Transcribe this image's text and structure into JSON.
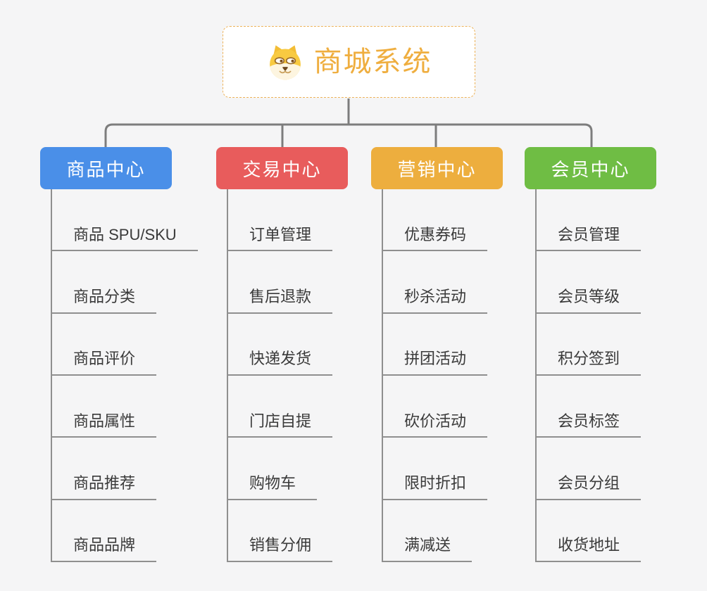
{
  "canvas": {
    "background": "#f5f5f6"
  },
  "root": {
    "title": "商城系统",
    "icon": "shiba-dog-face-icon",
    "title_color": "#efae3f",
    "border_color": "#edb258"
  },
  "branches": [
    {
      "label": "商品中心",
      "color": "#4a8fe8",
      "children": [
        "商品 SPU/SKU",
        "商品分类",
        "商品评价",
        "商品属性",
        "商品推荐",
        "商品品牌"
      ]
    },
    {
      "label": "交易中心",
      "color": "#e85c5c",
      "children": [
        "订单管理",
        "售后退款",
        "快递发货",
        "门店自提",
        "购物车",
        "销售分佣"
      ]
    },
    {
      "label": "营销中心",
      "color": "#edae3e",
      "children": [
        "优惠券码",
        "秒杀活动",
        "拼团活动",
        "砍价活动",
        "限时折扣",
        "满减送"
      ]
    },
    {
      "label": "会员中心",
      "color": "#6fbd44",
      "children": [
        "会员管理",
        "会员等级",
        "积分签到",
        "会员标签",
        "会员分组",
        "收货地址"
      ]
    }
  ],
  "colors": {
    "connector": "#7d7d7d",
    "leaf_line": "#8f8f8f",
    "leaf_text": "#3a3a3a"
  }
}
